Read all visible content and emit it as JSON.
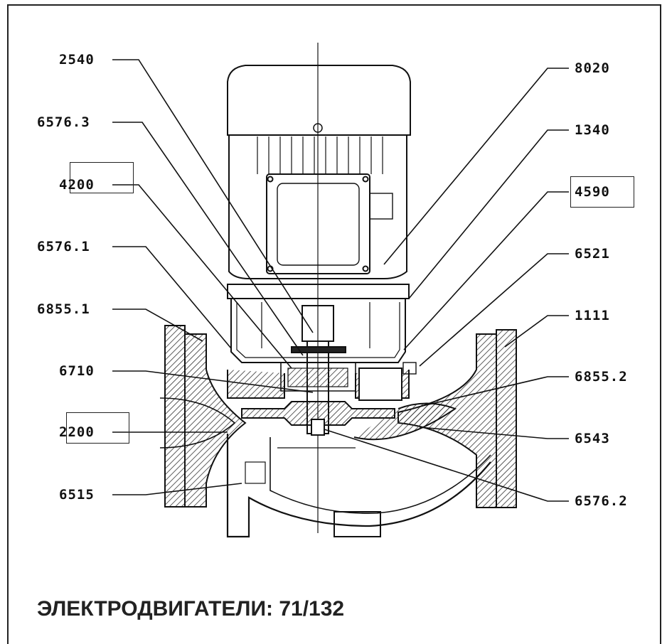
{
  "labels_left": [
    "2540",
    "6576.3",
    "4200",
    "6576.1",
    "6855.1",
    "6710",
    "2200",
    "6515"
  ],
  "labels_right": [
    "8020",
    "1340",
    "4590",
    "6521",
    "1111",
    "6855.2",
    "6543",
    "6576.2"
  ],
  "caption": "ЭЛЕКТРОДВИГАТЕЛИ: 71/132"
}
